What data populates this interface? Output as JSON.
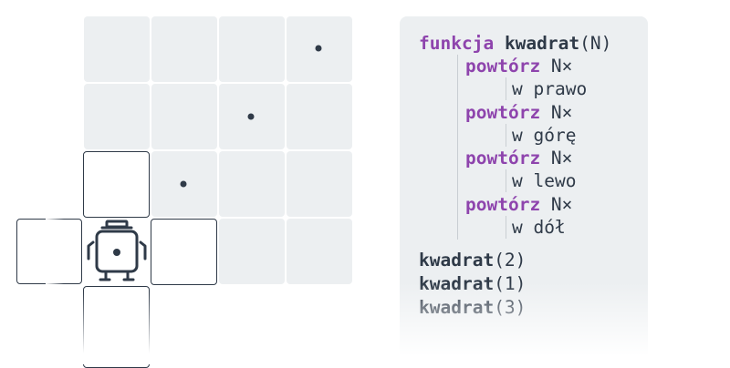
{
  "grid": {
    "cells": [
      {
        "id": "r0c0"
      },
      {
        "id": "r0c1"
      },
      {
        "id": "r0c2"
      },
      {
        "id": "r0c3"
      },
      {
        "id": "r1c0"
      },
      {
        "id": "r1c1"
      },
      {
        "id": "r1c2"
      },
      {
        "id": "r1c3"
      },
      {
        "id": "r2c0"
      },
      {
        "id": "r2c1"
      },
      {
        "id": "r2c2"
      },
      {
        "id": "r2c3"
      },
      {
        "id": "r3c0"
      },
      {
        "id": "r3c1"
      },
      {
        "id": "r3c2"
      },
      {
        "id": "r3c3"
      }
    ],
    "path_dots": [
      "r0c3",
      "r1c2",
      "r2c1",
      "r3c0"
    ],
    "robot_cell": "r3c0",
    "colors": {
      "cell": "#eceff1",
      "outline": "#2f3a48",
      "dot": "#2f3a48"
    }
  },
  "code": {
    "function_def": {
      "keyword": "funkcja",
      "name": "kwadrat",
      "params": "(N)"
    },
    "body": [
      {
        "keyword": "powtórz",
        "count": " N×",
        "command": "w prawo"
      },
      {
        "keyword": "powtórz",
        "count": " N×",
        "command": "w górę"
      },
      {
        "keyword": "powtórz",
        "count": " N×",
        "command": "w lewo"
      },
      {
        "keyword": "powtórz",
        "count": " N×",
        "command": "w dół"
      }
    ],
    "calls": [
      {
        "name": "kwadrat",
        "args": "(2)"
      },
      {
        "name": "kwadrat",
        "args": "(1)"
      },
      {
        "name": "kwadrat",
        "args": "(3)"
      }
    ],
    "colors": {
      "keyword": "#8e44ad",
      "text": "#2f3a48",
      "panel": "#eceff1"
    }
  }
}
